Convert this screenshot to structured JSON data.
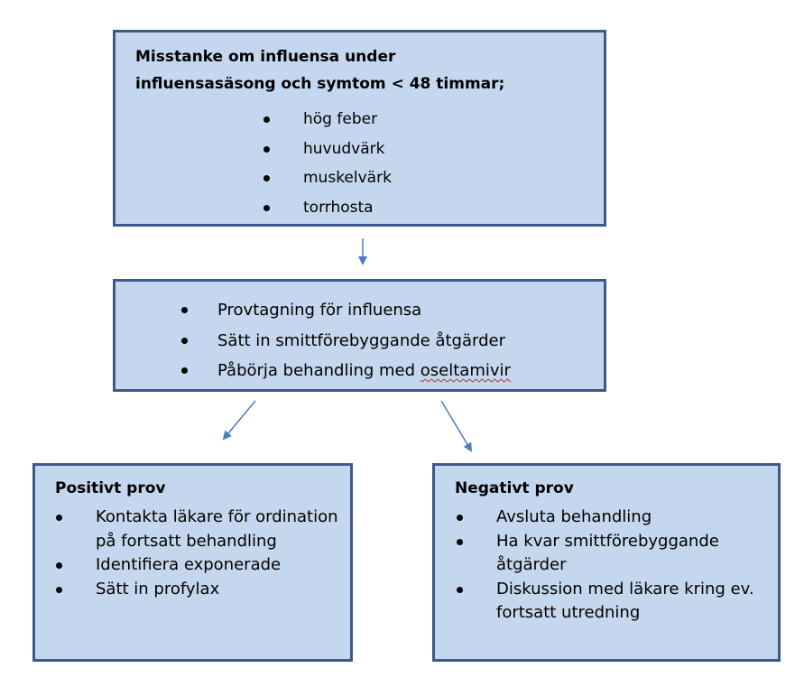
{
  "top_box": {
    "title_line1": "Misstanke om influensa under",
    "title_line2": "influensasäsong och symtom < 48 timmar;",
    "symptoms": [
      "hög feber",
      "huvudvärk",
      "muskelvärk",
      "torrhosta"
    ]
  },
  "middle_box": {
    "items": [
      "Provtagning för influensa",
      "Sätt in smittförebyggande åtgärder"
    ],
    "item3_prefix": "Påbörja behandling med ",
    "item3_drug": "oseltamivir"
  },
  "positive_box": {
    "title": "Positivt prov",
    "items": [
      "Kontakta läkare för ordination på fortsatt behandling",
      "Identifiera exponerade",
      "Sätt in profylax"
    ]
  },
  "negative_box": {
    "title": "Negativt prov",
    "items": [
      "Avsluta behandling",
      "Ha kvar smittförebyggande åtgärder",
      "Diskussion med läkare kring ev. fortsatt utredning"
    ]
  },
  "colors": {
    "box_fill": "#c5d7ef",
    "box_border": "#3d5a86",
    "arrow": "#4a7cc0",
    "spellcheck_underline": "#c0282b"
  }
}
